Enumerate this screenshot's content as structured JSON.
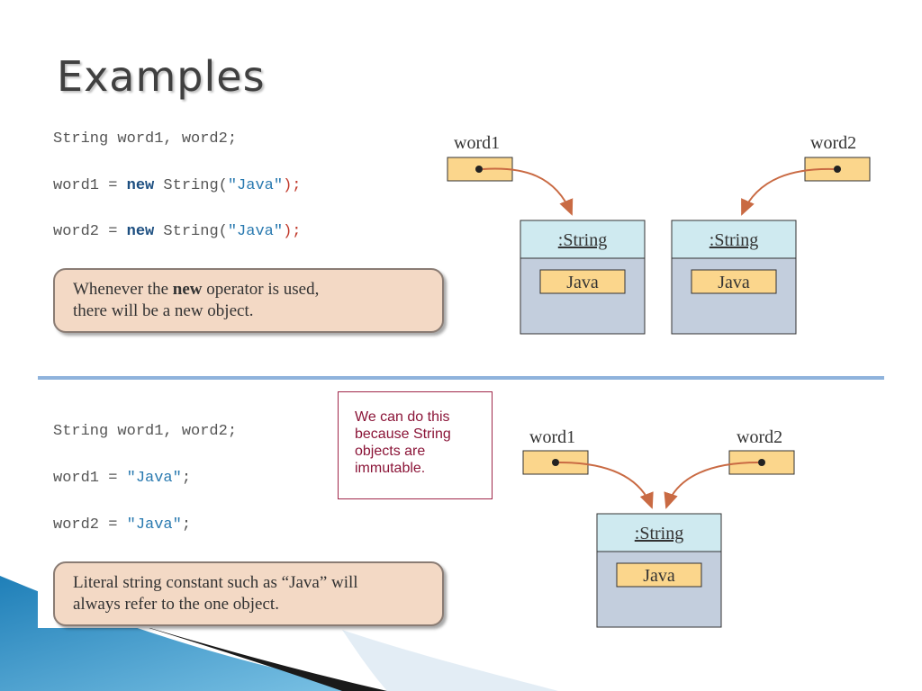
{
  "title": "Examples",
  "top": {
    "code": {
      "line1": "String word1, word2;",
      "line2_var": "word1 = ",
      "line2_kw": "new",
      "line2_mid": " String(",
      "line2_str": "\"Java\"",
      "line2_end": ");",
      "line3_var": "word2 = ",
      "line3_kw": "new",
      "line3_mid": " String(",
      "line3_str": "\"Java\"",
      "line3_end": ");"
    },
    "note": {
      "part1": "Whenever the ",
      "bold": "new",
      "part2": " operator is used,",
      "line2": "there will be a new object."
    },
    "diagram": {
      "var_left": "word1",
      "var_right": "word2",
      "obj1_type": ":String",
      "obj1_value": "Java",
      "obj2_type": ":String",
      "obj2_value": "Java"
    }
  },
  "bottom": {
    "code": {
      "line1": "String word1, word2;",
      "line2_var": "word1 = ",
      "line2_str": "\"Java\"",
      "line2_end": ";",
      "line3_var": "word2 = ",
      "line3_str": "\"Java\"",
      "line3_end": ";"
    },
    "note": {
      "line1": "Literal string constant such as “Java” will",
      "line2": "always refer to the one object."
    },
    "callout": "We can do this\nbecause String\nobjects are\nimmutable.",
    "diagram": {
      "var_left": "word1",
      "var_right": "word2",
      "obj_type": ":String",
      "obj_value": "Java"
    }
  },
  "colors": {
    "var_box": "#fbd68c",
    "object_header": "#cfeaf0",
    "object_body": "#c3cedd",
    "arrow": "#c96a43",
    "divider": "#8fb3dc",
    "callout_text": "#8b1538"
  }
}
